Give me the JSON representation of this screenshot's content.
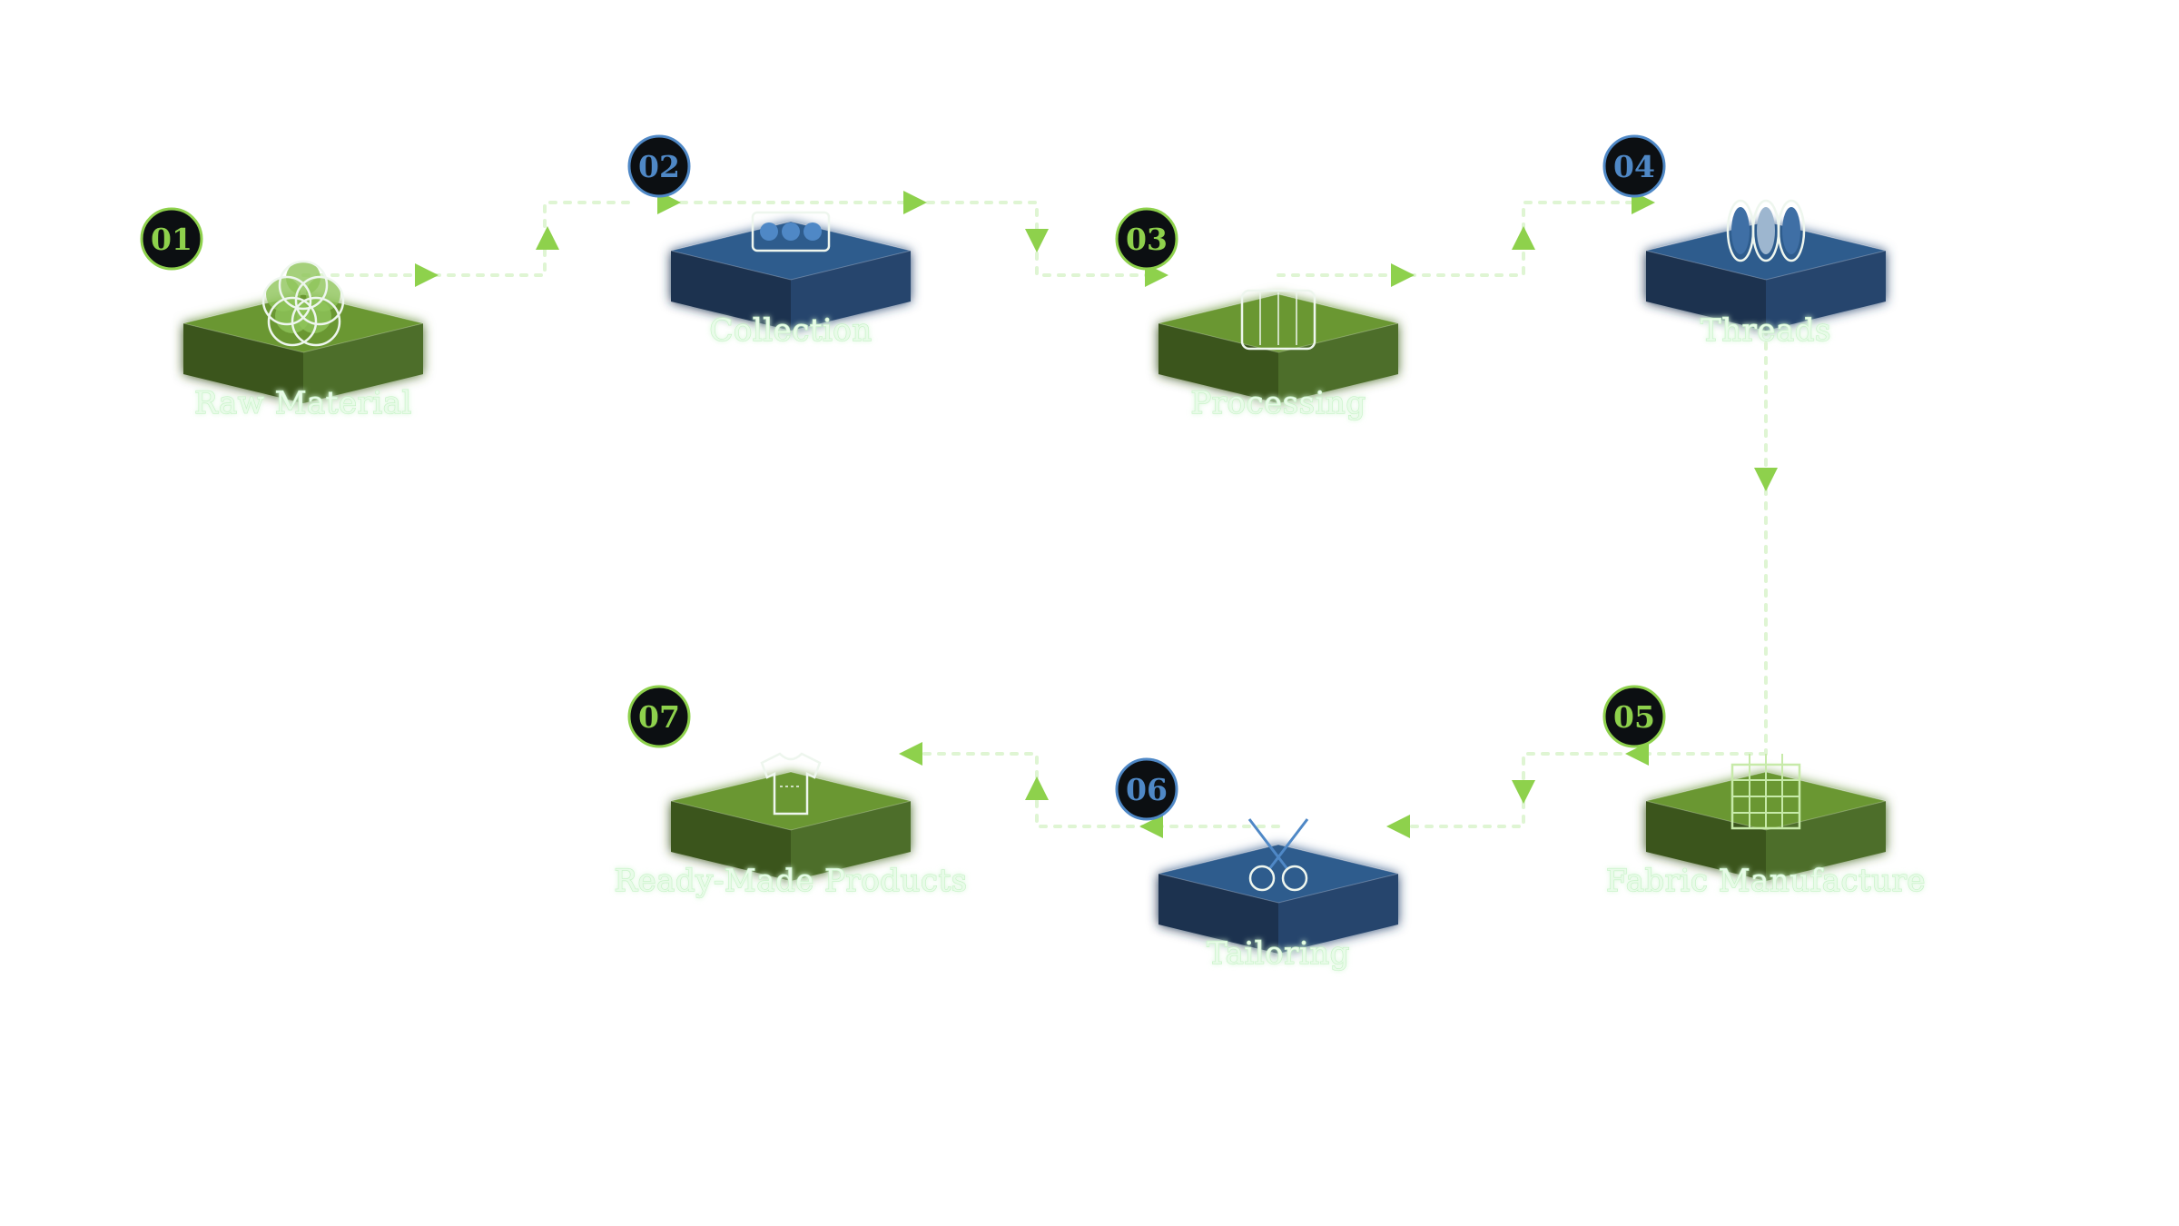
{
  "colors": {
    "green_top": "#6a9732",
    "green_left": "#3a541f",
    "green_right": "#4d6e29",
    "blue_top": "#2f5b8d",
    "blue_left": "#1d3350",
    "blue_right": "#27456d",
    "arrow": "#8ed14c",
    "connector": "#dff5d3",
    "badge_fill": "#0c0f12",
    "badge_green": "#8ed14c",
    "badge_blue": "#4f88c6"
  },
  "steps": [
    {
      "number": "01",
      "label": "Raw Material",
      "theme": "green",
      "icon": "cotton-icon"
    },
    {
      "number": "02",
      "label": "Collection",
      "theme": "blue",
      "icon": "bale-icon"
    },
    {
      "number": "03",
      "label": "Processing",
      "theme": "green",
      "icon": "bundle-icon"
    },
    {
      "number": "04",
      "label": "Threads",
      "theme": "blue",
      "icon": "spools-icon"
    },
    {
      "number": "05",
      "label": "Fabric Manufacture",
      "theme": "green",
      "icon": "fabric-grid-icon"
    },
    {
      "number": "06",
      "label": "Tailoring",
      "theme": "blue",
      "icon": "scissors-icon"
    },
    {
      "number": "07",
      "label": "Ready-Made Products",
      "theme": "green",
      "icon": "tshirt-icon"
    }
  ]
}
